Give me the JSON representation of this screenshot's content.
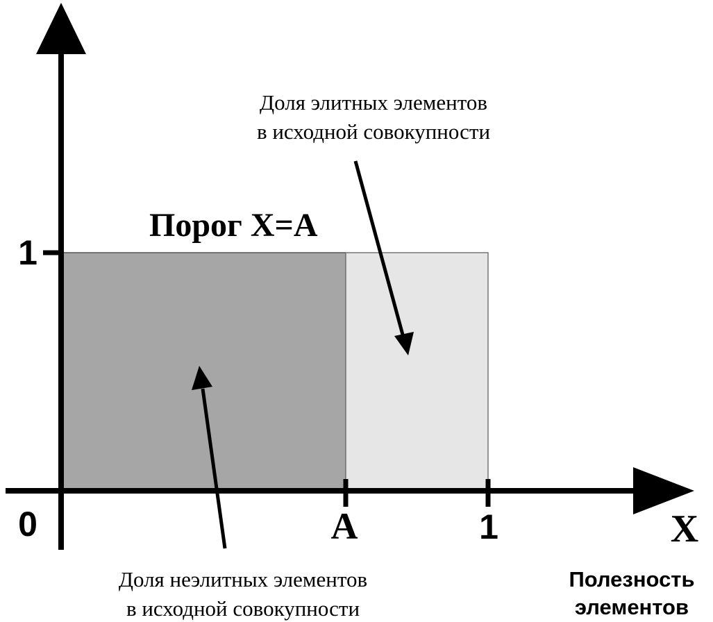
{
  "labels": {
    "threshold": "Порог X=A",
    "elite_line1": "Доля элитных элементов",
    "elite_line2": "в исходной совокупности",
    "nonelite_line1": "Доля неэлитных элементов",
    "nonelite_line2": "в исходной совокупности",
    "axis_x_name": "X",
    "axis_x_desc_line1": "Полезность",
    "axis_x_desc_line2": "элементов",
    "tick_y_one": "1",
    "tick_x_zero": "0",
    "tick_x_a": "A",
    "tick_x_one": "1"
  },
  "colors": {
    "non_elite_fill": "#a6a6a6",
    "elite_fill": "#e6e6e6",
    "axis": "#000000"
  },
  "chart_data": {
    "type": "area",
    "x_threshold_label": "A",
    "regions": [
      {
        "label_ref": "nonelite",
        "x_from": "0",
        "x_to": "A",
        "height": 1
      },
      {
        "label_ref": "elite",
        "x_from": "A",
        "x_to": "1",
        "height": 1
      }
    ],
    "y_ticks": [
      "1"
    ],
    "x_ticks": [
      "0",
      "A",
      "1"
    ]
  }
}
